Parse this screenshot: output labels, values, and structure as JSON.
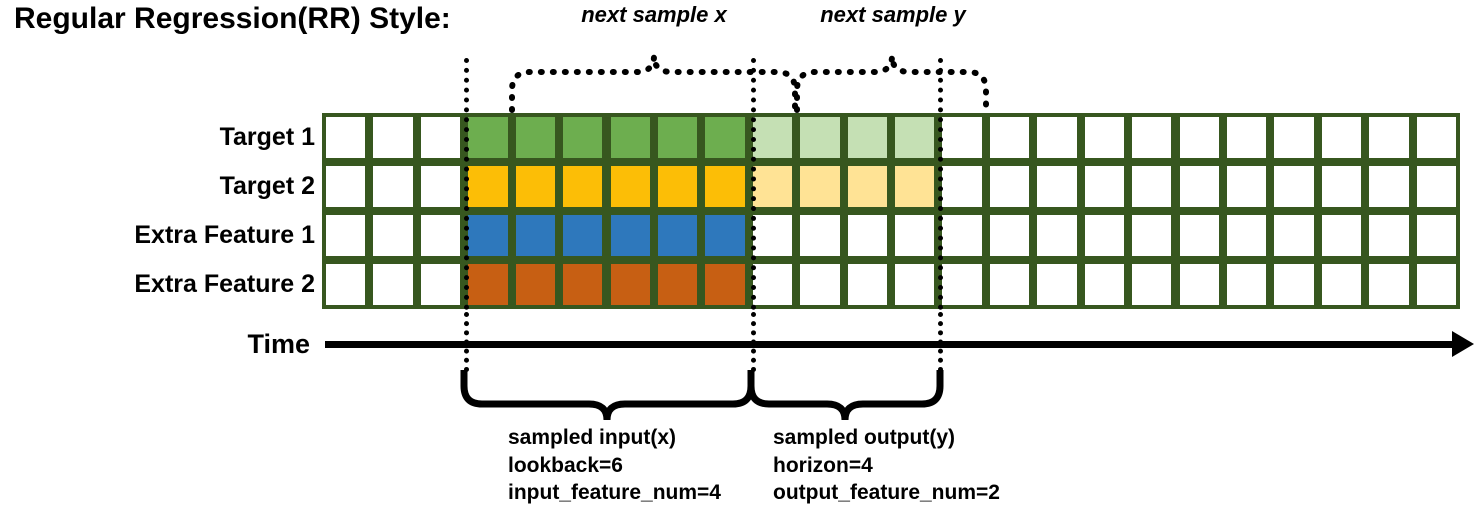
{
  "title": "Regular Regression(RR) Style:",
  "rows": [
    {
      "label": "Target 1",
      "name": "target-1"
    },
    {
      "label": "Target 2",
      "name": "target-2"
    },
    {
      "label": "Extra Feature 1",
      "name": "extra-feature-1"
    },
    {
      "label": "Extra Feature 2",
      "name": "extra-feature-2"
    }
  ],
  "grid": {
    "columns": 24,
    "pre_blank": 3,
    "input_len": 6,
    "output_len": 4,
    "post_blank": 11,
    "border_color": "#37571F",
    "empty_color": "#FFFFFF",
    "row_fills": [
      {
        "input": "#6DAE4F",
        "output": "#C5E0B4"
      },
      {
        "input": "#FCBE06",
        "output": "#FFE395"
      },
      {
        "input": "#2E78BC",
        "output": "#FFFFFF"
      },
      {
        "input": "#C75F13",
        "output": "#FFFFFF"
      }
    ]
  },
  "time_axis": {
    "label": "Time"
  },
  "top_braces": [
    {
      "caption": "next sample x",
      "name": "next-sample-x"
    },
    {
      "caption": "next sample y",
      "name": "next-sample-y"
    }
  ],
  "bottom_braces": [
    {
      "name": "sampled-input",
      "line1": "sampled input(x)",
      "line2": "lookback=6",
      "line3": "input_feature_num=4"
    },
    {
      "name": "sampled-output",
      "line1": "sampled output(y)",
      "line2": "horizon=4",
      "line3": "output_feature_num=2"
    }
  ]
}
